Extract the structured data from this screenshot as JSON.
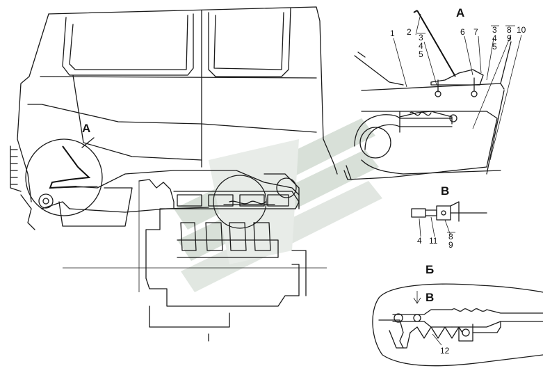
{
  "views": {
    "a_main": "А",
    "a_detail": "А",
    "b_cyr": "Б",
    "v_detail": "В",
    "v_arrow": "В"
  },
  "labels": {
    "l1": "1",
    "l2": "2",
    "l3a": "3",
    "l4a": "4",
    "l5a": "5",
    "l6": "6",
    "l7": "7",
    "l3b": "3",
    "l4b": "4",
    "l5b": "5",
    "l8a": "8",
    "l9a": "9",
    "l10": "10",
    "l4c": "4",
    "l11": "11",
    "l8b": "8",
    "l9b": "9",
    "l12": "12"
  },
  "colors": {
    "line": "#1a1a1a",
    "watermark": "#c9d3c9"
  }
}
